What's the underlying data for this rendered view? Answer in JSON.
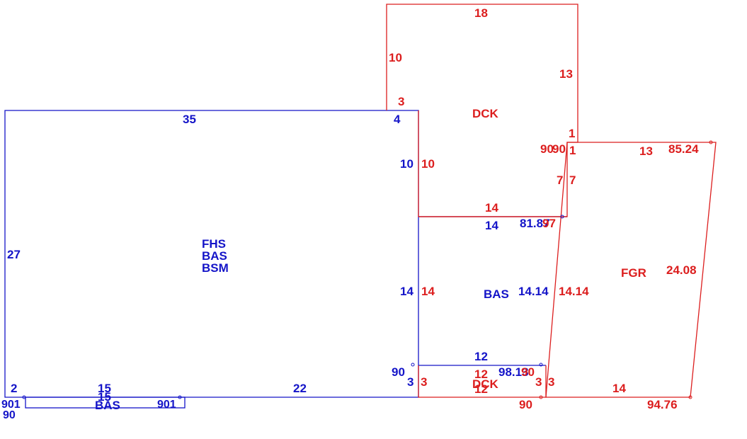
{
  "colors": {
    "blue": "#1414c8",
    "red": "#dc1e1e"
  },
  "main_area": {
    "codes": [
      "FHS",
      "BAS",
      "BSM"
    ],
    "top": "35",
    "left": "27",
    "bottom": "22",
    "top_right_notch": "4",
    "right_upper": "10",
    "right_lower": "14",
    "bottom_left": "2",
    "corner_angle": "901",
    "corner_angle_2": "90"
  },
  "bay": {
    "code": "BAS",
    "width": "15",
    "width_2": "15",
    "angle_left": "901",
    "angle_right": "901"
  },
  "upper_deck": {
    "code": "DCK",
    "top": "18",
    "left": "10",
    "left_step": "3",
    "right": "13",
    "notch": "1",
    "inner_left": "10",
    "bottom": "14",
    "angle_a": "90",
    "angle_b": "90",
    "right_lower": "1",
    "side_a": "7",
    "side_b": "7"
  },
  "right_room": {
    "code": "BAS",
    "top": "14",
    "left": "14",
    "left_red": "14",
    "right": "14.14",
    "bottom": "12",
    "angle_top_a": "81.87",
    "angle_top_b": "97",
    "angle_bottom_a": "98.13",
    "angle_bottom_b": "90",
    "angle_left": "90"
  },
  "lower_deck": {
    "code": "DCK",
    "top": "12",
    "bottom": "12",
    "left_a": "3",
    "left_b": "3",
    "right_a": "3",
    "right_b": "3",
    "angle": "90"
  },
  "garage": {
    "code": "FGR",
    "top": "13",
    "left": "14.14",
    "right": "24.08",
    "bottom": "14",
    "angle_top_right": "85.24",
    "angle_bottom_right": "94.76"
  }
}
